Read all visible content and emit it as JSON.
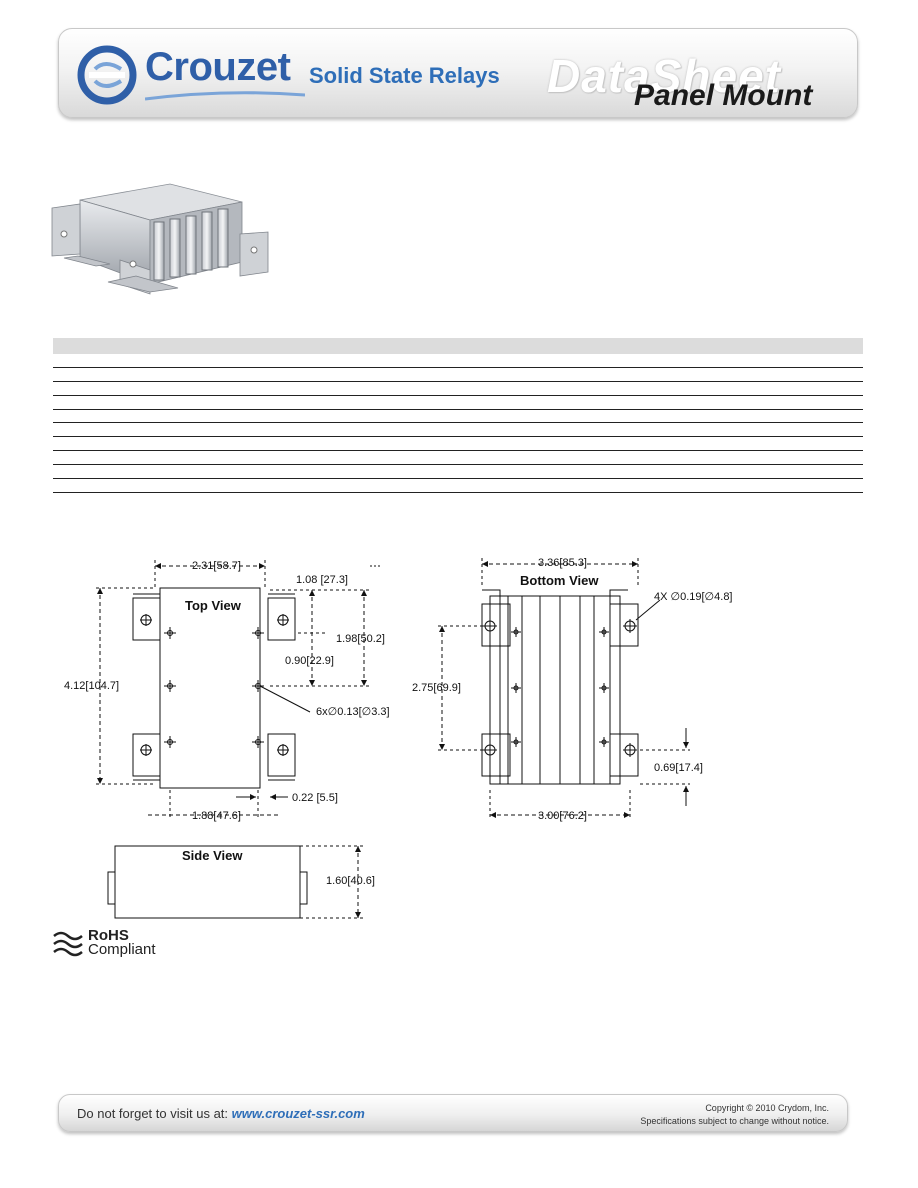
{
  "header": {
    "brand": "Crouzet",
    "subtitle": "Solid State Relays",
    "datasheet_word": "DataSheet",
    "category": "Panel Mount",
    "colors": {
      "brand_blue": "#2f5fa8",
      "subtitle_blue": "#2e6eb8"
    }
  },
  "product_image": {
    "icon": "heatsink-photo"
  },
  "spec_table": {
    "rows": 10
  },
  "drawings": {
    "top_view": {
      "title": "Top View",
      "dims": {
        "width_top": "2.31[58.7]",
        "tab_width": "1.08 [27.3]",
        "overall_height": "4.12[104.7]",
        "hole_vertical": "1.98[50.2]",
        "offset": "0.90[22.9]",
        "holes": "6x∅0.13[∅3.3]",
        "edge": "0.22 [5.5]",
        "width_bottom": "1.88[47.6]"
      }
    },
    "bottom_view": {
      "title": "Bottom View",
      "dims": {
        "width_top": "3.36[85.3]",
        "holes": "4X ∅0.19[∅4.8]",
        "hole_spacing": "2.75[69.9]",
        "tab_offset": "0.69[17.4]",
        "width_bottom": "3.00[76.2]"
      }
    },
    "side_view": {
      "title": "Side View",
      "dims": {
        "height": "1.60[40.6]"
      }
    }
  },
  "rohs": {
    "title": "RoHS",
    "subtitle": "Compliant"
  },
  "footer": {
    "visit_text": "Do not forget to visit us at: ",
    "url": "www.crouzet-ssr.com",
    "copyright": "Copyright © 2010 Crydom, Inc.",
    "notice": "Specifications subject to change without notice."
  }
}
